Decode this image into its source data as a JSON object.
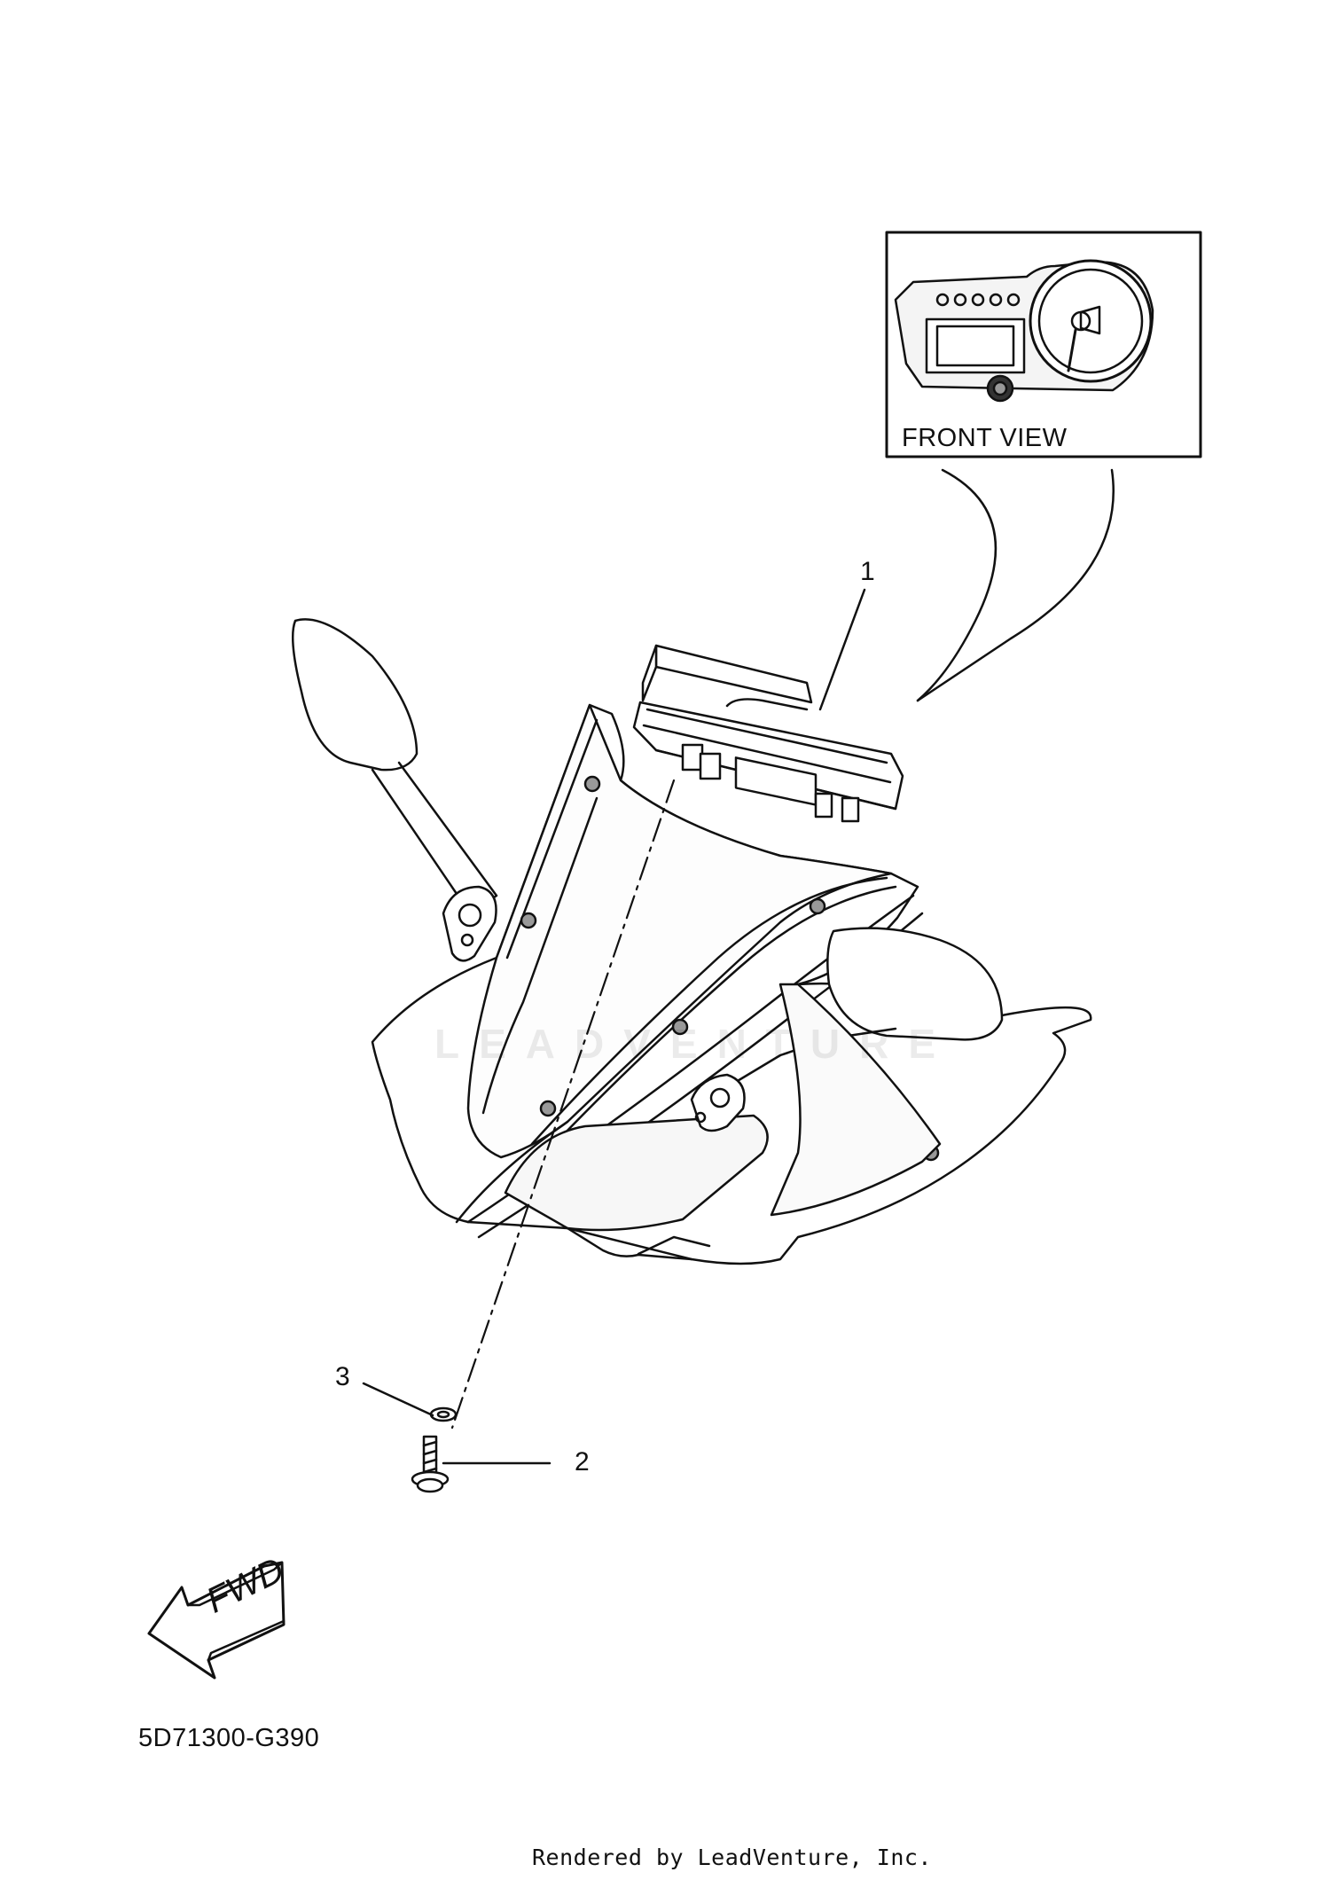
{
  "labels": {
    "callout_1": "1",
    "callout_2": "2",
    "callout_3": "3",
    "front_view": "FRONT VIEW",
    "fwd": "FWD",
    "part_code": "5D71300-G390",
    "rendered_by": "Rendered by LeadVenture, Inc.",
    "watermark": "LEADVENTURE"
  },
  "parts": [
    {
      "ref": "1",
      "name": "meter-assembly"
    },
    {
      "ref": "2",
      "name": "screw"
    },
    {
      "ref": "3",
      "name": "washer"
    }
  ],
  "colors": {
    "line": "#111111",
    "background": "#ffffff",
    "shade": "#cfcfcf"
  }
}
